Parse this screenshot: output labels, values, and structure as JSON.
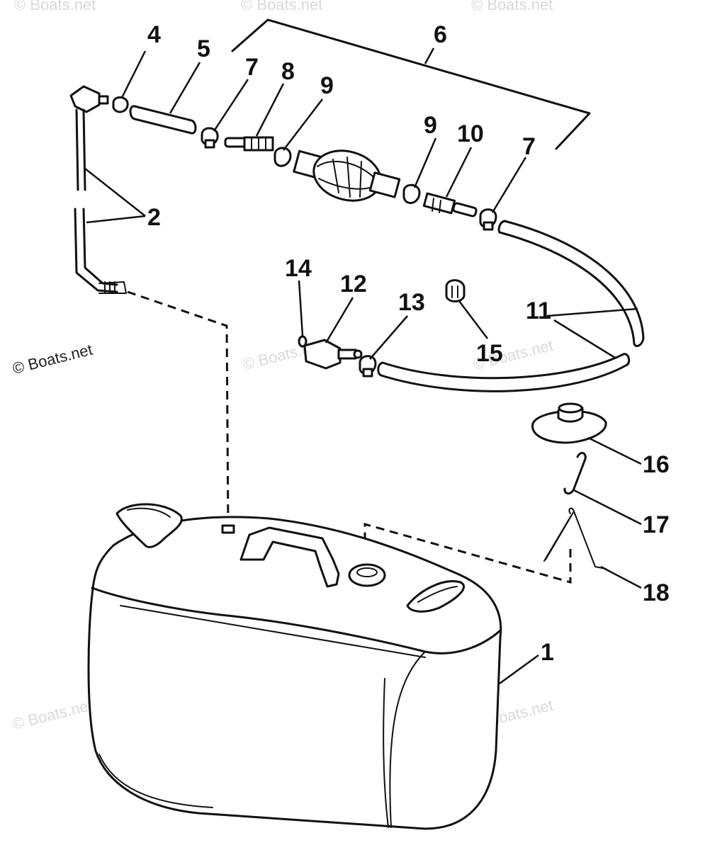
{
  "watermark": {
    "main": "© Boats.net",
    "faint": "© Boats.net"
  },
  "callouts": {
    "c1": "1",
    "c2": "2",
    "c4": "4",
    "c5": "5",
    "c6": "6",
    "c7a": "7",
    "c7b": "7",
    "c8": "8",
    "c9a": "9",
    "c9b": "9",
    "c10": "10",
    "c11": "11",
    "c12": "12",
    "c13": "13",
    "c14": "14",
    "c15": "15",
    "c16": "16",
    "c17": "17",
    "c18": "18"
  }
}
